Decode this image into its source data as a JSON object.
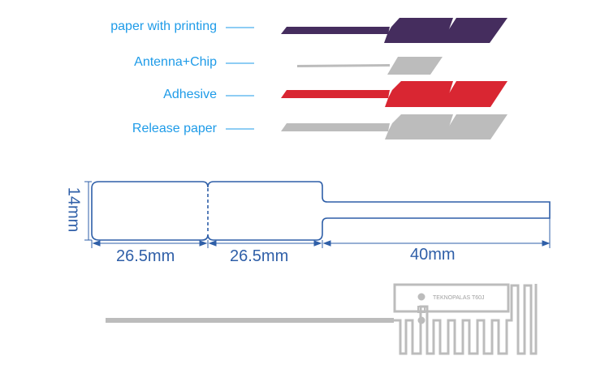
{
  "layers": [
    {
      "label": "paper with printing",
      "color": "#452d5e"
    },
    {
      "label": "Antenna+Chip",
      "color": "#bcbcbc"
    },
    {
      "label": "Adhesive",
      "color": "#d92632"
    },
    {
      "label": "Release paper",
      "color": "#bcbcbc"
    }
  ],
  "dimensions": {
    "height": "14mm",
    "section1": "26.5mm",
    "section2": "26.5mm",
    "tail": "40mm"
  },
  "chip_text": "TEKNOPALAS T60J",
  "colors": {
    "label": "#1e9be8",
    "outline": "#2f5fa8",
    "antenna": "#bcbcbc"
  }
}
